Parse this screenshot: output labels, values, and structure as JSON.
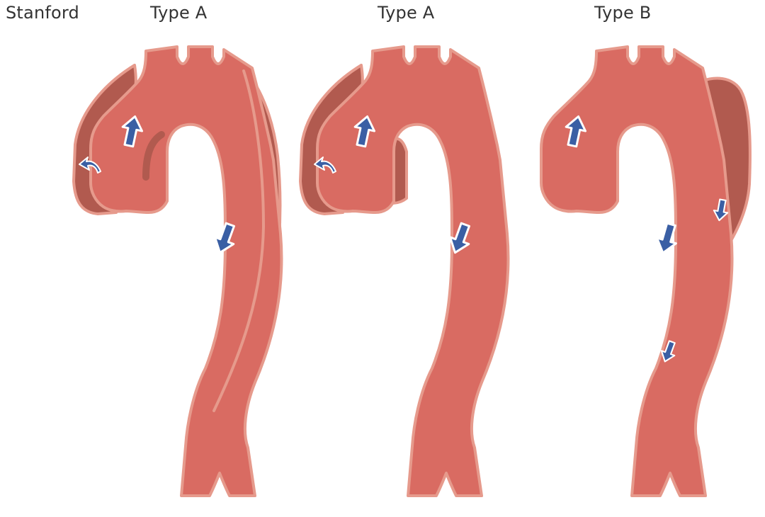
{
  "labels": {
    "system": "Stanford",
    "panels": [
      "Type A",
      "Type A",
      "Type B"
    ]
  },
  "colors": {
    "lumen": "#d96b62",
    "outline": "#e69a8c",
    "false_lumen": "#b15a4f",
    "arrow": "#3a5fa4",
    "arrow_edge": "#ffffff",
    "text": "#333333"
  },
  "panels": [
    {
      "type": "Type A",
      "dissection_extent": "ascending and descending aorta",
      "arrows": [
        "up",
        "curl",
        "down"
      ]
    },
    {
      "type": "Type A",
      "dissection_extent": "ascending aorta only",
      "arrows": [
        "up",
        "curl",
        "down"
      ]
    },
    {
      "type": "Type B",
      "dissection_extent": "descending aorta only",
      "arrows": [
        "up",
        "down",
        "down",
        "down"
      ]
    }
  ]
}
